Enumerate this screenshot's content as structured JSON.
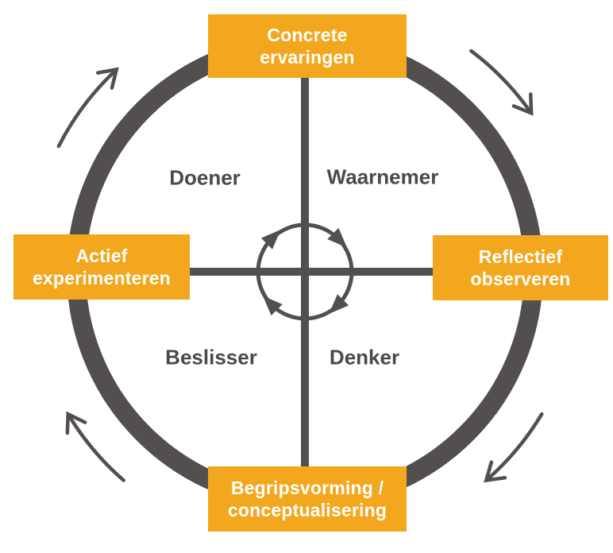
{
  "colors": {
    "orange": "#F2A71E",
    "dark": "#534F4E",
    "label-gray": "#4C4A48",
    "box-text": "#FFFFFF",
    "background": "#FFFFFF"
  },
  "cycle": {
    "direction": "clockwise",
    "stages": {
      "top": {
        "label": "Concrete ervaringen",
        "lines": [
          "Concrete",
          "ervaringen"
        ]
      },
      "right": {
        "label": "Reflectief observeren",
        "lines": [
          "Reflectief",
          "observeren"
        ]
      },
      "bottom": {
        "label": "Begripsvorming / conceptualisering",
        "lines": [
          "Begripsvorming /",
          "conceptualisering"
        ]
      },
      "left": {
        "label": "Actief experimenteren",
        "lines": [
          "Actief",
          "experimenteren"
        ]
      }
    },
    "quadrants": {
      "top_left": "Doener",
      "top_right": "Waarnemer",
      "bottom_left": "Beslisser",
      "bottom_right": "Denker"
    },
    "icons": {
      "center": "cycle-arrows-icon",
      "corners": "curved-arrow-icon"
    }
  }
}
